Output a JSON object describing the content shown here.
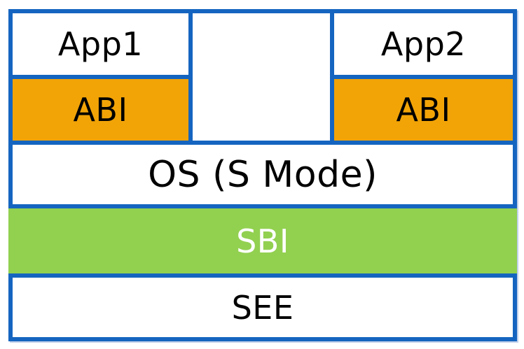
{
  "colors": {
    "border_blue": "#1565C0",
    "abi_fill": "#F2A407",
    "sbi_fill": "#92D050",
    "sbi_text": "#FFFFFF",
    "box_fill": "#FFFFFF",
    "label_text": "#000000"
  },
  "stack": {
    "apps": [
      {
        "name": "App1",
        "abi": "ABI"
      },
      {
        "name": "App2",
        "abi": "ABI"
      }
    ],
    "os": "OS (S Mode)",
    "sbi": "SBI",
    "see": "SEE"
  }
}
